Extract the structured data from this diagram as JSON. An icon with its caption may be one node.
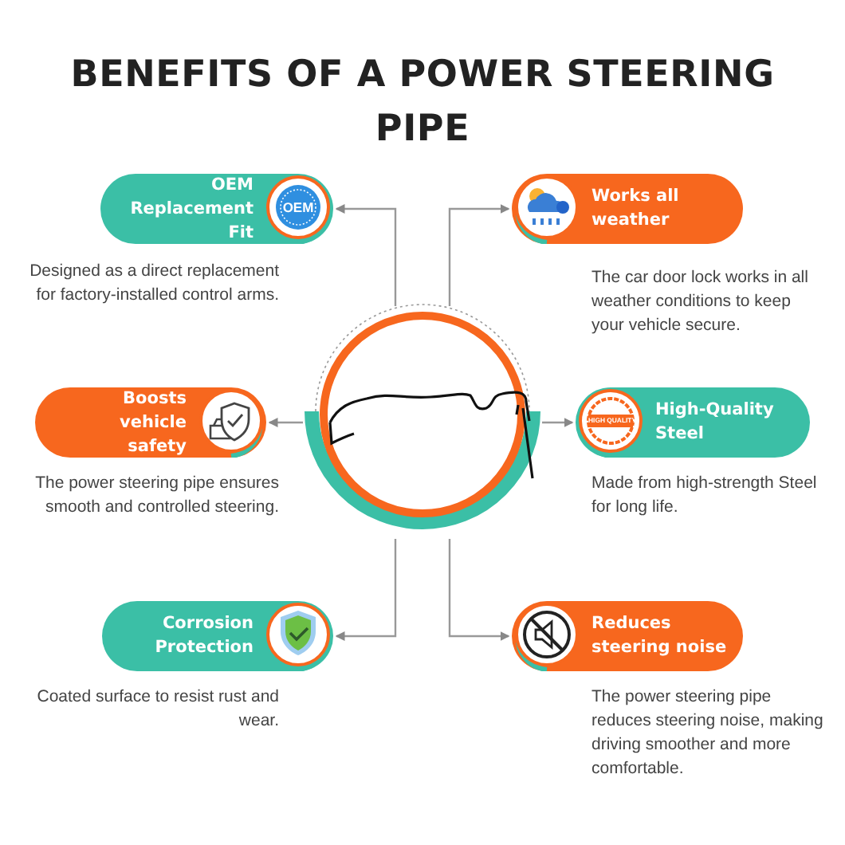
{
  "diagram": {
    "title": "BENEFITS OF A POWER STEERING PIPE",
    "nodes": [
      {
        "text": [],
        "shape": "picture"
      },
      {
        "text": [
          "OEM Replacement Fit"
        ],
        "beside": [
          "Designed as a direct replacement for factory-installed control arms."
        ]
      },
      {
        "text": [
          "Works all weather"
        ],
        "beside": [
          "The car door lock works in all weather conditions to keep your vehicle secure."
        ]
      },
      {
        "text": [
          "Boosts vehicle safety"
        ],
        "beside": [
          "The power steering pipe ensures smooth and controlled steering."
        ]
      },
      {
        "text": [
          "High-Quality Steel"
        ],
        "beside": [
          "Made from high-strength Steel for long life."
        ]
      },
      {
        "text": [
          "Corrosion Protection"
        ],
        "beside": [
          "Coated surface to resist rust and wear."
        ]
      },
      {
        "text": [
          "Reduces steering noise"
        ],
        "beside": [
          "The power steering pipe reduces steering noise, making driving smoother and more comfortable."
        ]
      }
    ],
    "edges": [
      {
        "from": 0,
        "to": 1,
        "arrow": "to"
      },
      {
        "from": 0,
        "to": 2,
        "arrow": "to"
      },
      {
        "from": 0,
        "to": 3,
        "arrow": "to"
      },
      {
        "from": 0,
        "to": 4,
        "arrow": "to"
      },
      {
        "from": 0,
        "to": 5,
        "arrow": "to"
      },
      {
        "from": 0,
        "to": 6,
        "arrow": "to"
      }
    ],
    "labels": [
      "OEM",
      "HIGH QUALITY"
    ]
  }
}
